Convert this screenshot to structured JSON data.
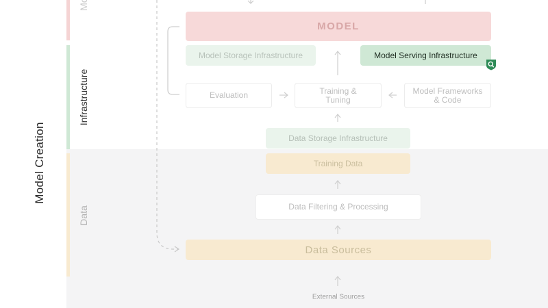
{
  "sections": {
    "model_creation": "Model Creation",
    "infrastructure": "Infrastructure",
    "data": "Data",
    "model_partial": "Mo"
  },
  "nodes": {
    "model": "MODEL",
    "model_storage": "Model Storage Infrastructure",
    "model_serving": "Model Serving Infrastructure",
    "evaluation": "Evaluation",
    "training_tuning": [
      "Training &",
      "Tuning"
    ],
    "model_frameworks": [
      "Model Frameworks",
      "& Code"
    ],
    "data_storage": "Data Storage Infrastructure",
    "training_data": "Training Data",
    "data_filtering": "Data Filtering & Processing",
    "data_sources": "Data Sources",
    "external_sources": "External Sources"
  },
  "colors": {
    "model_red": "#f7d9d9",
    "infra_green": "#cfe8d5",
    "data_yellow": "#f8ead0",
    "data_band": "#f4f4f5",
    "highlight_badge": "#2e8b57"
  },
  "icons": {
    "search_badge": "search-shield-icon"
  }
}
